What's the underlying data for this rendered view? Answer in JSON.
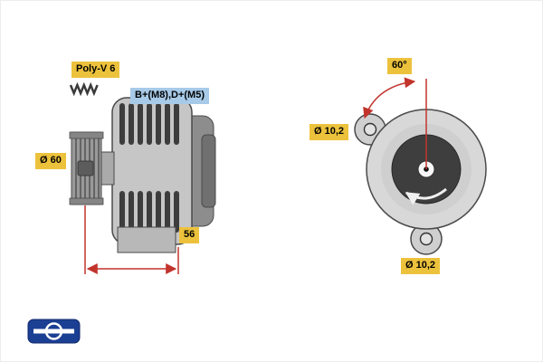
{
  "left_view": {
    "belt_label": "Poly-V 6",
    "terminal_label": "B+(M8),D+(M5)",
    "pulley_diameter_label": "Ø 60",
    "length_label": "56"
  },
  "right_view": {
    "angle_label": "60°",
    "top_hole_label": "Ø 10,2",
    "bottom_hole_label": "Ø 10,2"
  },
  "colors": {
    "label_yellow": "#ecc23c",
    "label_blue": "#a7cae8",
    "dimension_red": "#c2342c",
    "brand_blue": "#1b3f93"
  }
}
